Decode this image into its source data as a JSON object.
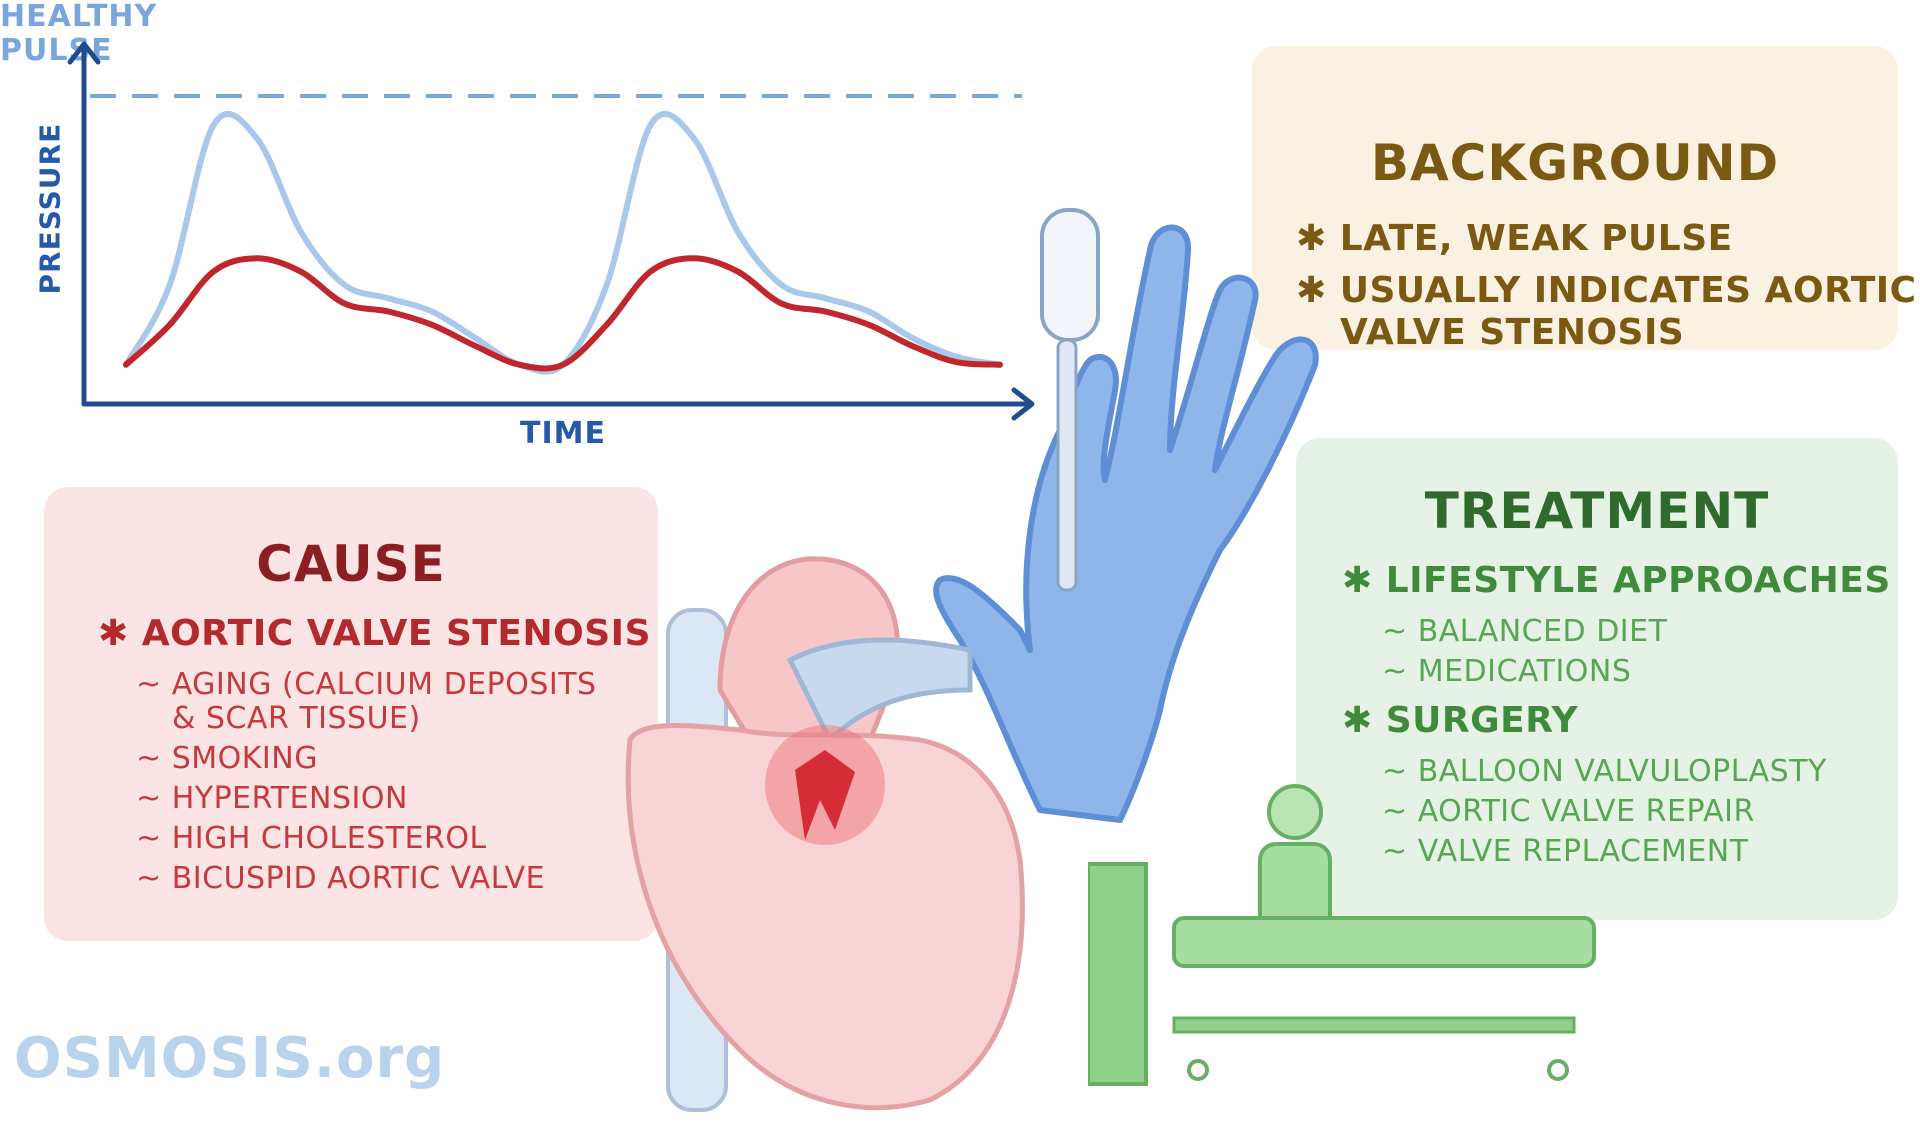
{
  "chart_data": {
    "type": "line",
    "xlabel": "TIME",
    "ylabel": "PRESSURE",
    "annotations": [
      "HEALTHY PULSE"
    ],
    "legend": "none",
    "grid": false,
    "series": [
      {
        "x": [
          0,
          0.05,
          0.1,
          0.15,
          0.2,
          0.25,
          0.3,
          0.35,
          0.4,
          0.45,
          0.5,
          0.55,
          0.6,
          0.65,
          0.7,
          0.75,
          0.8,
          0.85,
          0.9,
          0.95,
          1.0
        ],
        "values": [
          0.05,
          0.35,
          0.95,
          0.9,
          0.55,
          0.35,
          0.3,
          0.25,
          0.15,
          0.05,
          0.05,
          0.35,
          0.95,
          0.9,
          0.55,
          0.35,
          0.3,
          0.25,
          0.15,
          0.08,
          0.05
        ]
      },
      {
        "x": [
          0,
          0.05,
          0.1,
          0.15,
          0.2,
          0.25,
          0.3,
          0.35,
          0.4,
          0.45,
          0.5,
          0.55,
          0.6,
          0.65,
          0.7,
          0.75,
          0.8,
          0.85,
          0.9,
          0.95,
          1.0
        ],
        "values": [
          0.05,
          0.2,
          0.4,
          0.45,
          0.4,
          0.28,
          0.25,
          0.2,
          0.12,
          0.05,
          0.05,
          0.2,
          0.4,
          0.45,
          0.4,
          0.28,
          0.25,
          0.2,
          0.12,
          0.06,
          0.05
        ]
      }
    ],
    "healthy_level": 1.0
  },
  "colors": {
    "axis": "#1f4c8f",
    "healthy": "#aac8ec",
    "weak": "#c0262c",
    "dash": "#7aa6dc"
  },
  "background": {
    "title": "BACKGROUND",
    "bullets": [
      "LATE, WEAK PULSE",
      "USUALLY INDICATES AORTIC",
      "VALVE STENOSIS"
    ]
  },
  "cause": {
    "title": "CAUSE",
    "bullet": "AORTIC VALVE STENOSIS",
    "subs": [
      "AGING (CALCIUM DEPOSITS",
      "& SCAR TISSUE)",
      "SMOKING",
      "HYPERTENSION",
      "HIGH CHOLESTEROL",
      "BICUSPID AORTIC VALVE"
    ]
  },
  "treatment": {
    "title": "TREATMENT",
    "bullet1": "LIFESTYLE APPROACHES",
    "subs1": [
      "BALANCED DIET",
      "MEDICATIONS"
    ],
    "bullet2": "SURGERY",
    "subs2": [
      "BALLOON VALVULOPLASTY",
      "AORTIC VALVE REPAIR",
      "VALVE REPLACEMENT"
    ]
  },
  "labels": {
    "healthy_line1": "HEALTHY",
    "healthy_line2": "PULSE",
    "time": "TIME",
    "pressure": "PRESSURE"
  },
  "symbols": {
    "asterisk": "✱",
    "tilde": "~"
  },
  "logo": {
    "text": "OSMOSIS.org"
  },
  "icons": [
    "pulse-oximeter-icon",
    "hand-illustration",
    "heart-illustration",
    "surgery-illustration"
  ]
}
